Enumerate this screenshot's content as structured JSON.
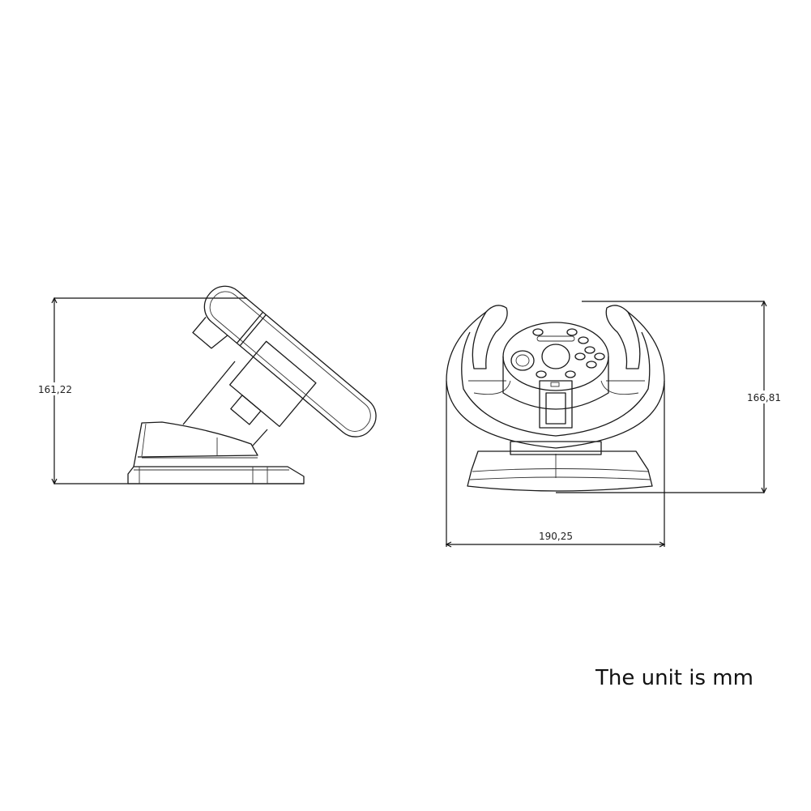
{
  "side_view": {
    "height_label": "161,22"
  },
  "front_view": {
    "height_label": "166,81",
    "width_label": "190,25"
  },
  "note": "The unit is mm",
  "colors": {
    "line": "#1a1a1a",
    "background": "#ffffff"
  }
}
